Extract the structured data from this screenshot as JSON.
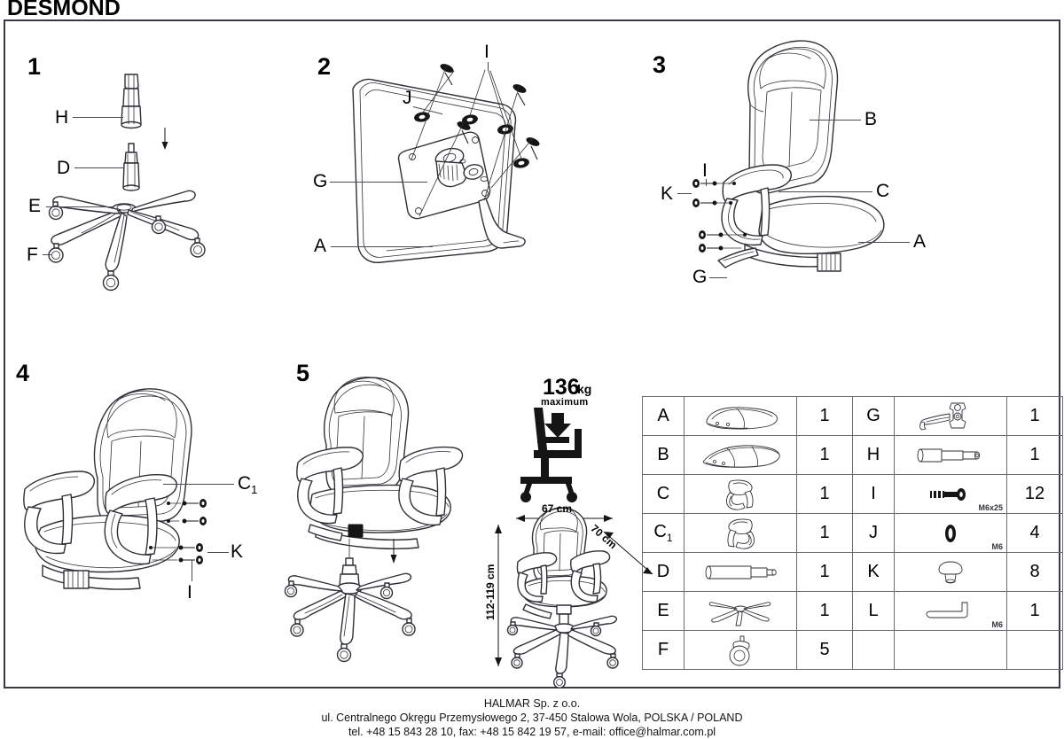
{
  "document": {
    "title": "DESMOND"
  },
  "steps": [
    {
      "number": "1",
      "labels": [
        "H",
        "D",
        "E",
        "F"
      ]
    },
    {
      "number": "2",
      "labels": [
        "I",
        "J",
        "G",
        "A"
      ]
    },
    {
      "number": "3",
      "labels": [
        "B",
        "I",
        "K",
        "C",
        "A",
        "G"
      ]
    },
    {
      "number": "4",
      "labels": [
        "C",
        "K",
        "I"
      ],
      "label_c_sub": "1"
    },
    {
      "number": "5",
      "labels": []
    }
  ],
  "step_labels": {
    "s1_h": "H",
    "s1_d": "D",
    "s1_e": "E",
    "s1_f": "F",
    "s2_i": "I",
    "s2_j": "J",
    "s2_g": "G",
    "s2_a": "A",
    "s3_b": "B",
    "s3_i": "I",
    "s3_k": "K",
    "s3_c": "C",
    "s3_a": "A",
    "s3_g": "G",
    "s4_c": "C",
    "s4_c_sub": "1",
    "s4_k": "K",
    "s4_i": "I"
  },
  "specs": {
    "weight_value": "136",
    "weight_unit": "kg",
    "weight_caption": "maximum",
    "width": "67 cm",
    "depth": "70 cm",
    "height": "112-119 cm"
  },
  "parts_table": {
    "rows": [
      {
        "left_letter": "A",
        "left_sub": "",
        "left_qty": "1",
        "left_icon": "seat-cushion-icon",
        "right_letter": "G",
        "right_sub": "",
        "right_qty": "1",
        "right_icon": "tilt-mechanism-icon",
        "right_note": ""
      },
      {
        "left_letter": "B",
        "left_sub": "",
        "left_qty": "1",
        "left_icon": "backrest-icon",
        "right_letter": "H",
        "right_sub": "",
        "right_qty": "1",
        "right_icon": "gas-lift-cover-icon",
        "right_note": ""
      },
      {
        "left_letter": "C",
        "left_sub": "",
        "left_qty": "1",
        "left_icon": "armrest-left-icon",
        "right_letter": "I",
        "right_sub": "",
        "right_qty": "12",
        "right_icon": "bolt-icon",
        "right_note": "M6x25"
      },
      {
        "left_letter": "C",
        "left_sub": "1",
        "left_qty": "1",
        "left_icon": "armrest-right-icon",
        "right_letter": "J",
        "right_sub": "",
        "right_qty": "4",
        "right_icon": "washer-icon",
        "right_note": "M6"
      },
      {
        "left_letter": "D",
        "left_sub": "",
        "left_qty": "1",
        "left_icon": "gas-cylinder-icon",
        "right_letter": "K",
        "right_sub": "",
        "right_qty": "8",
        "right_icon": "cap-cover-icon",
        "right_note": ""
      },
      {
        "left_letter": "E",
        "left_sub": "",
        "left_qty": "1",
        "left_icon": "star-base-icon",
        "right_letter": "L",
        "right_sub": "",
        "right_qty": "1",
        "right_icon": "allen-key-icon",
        "right_note": "M6"
      },
      {
        "left_letter": "F",
        "left_sub": "",
        "left_qty": "5",
        "left_icon": "caster-wheel-icon",
        "right_letter": "",
        "right_sub": "",
        "right_qty": "",
        "right_icon": "",
        "right_note": ""
      }
    ]
  },
  "footer": {
    "line1": "HALMAR Sp. z o.o.",
    "line2": "ul. Centralnego Okręgu Przemysłowego 2, 37-450 Stalowa Wola, POLSKA / POLAND",
    "line3": "tel. +48 15 843 28 10, fax: +48 15 842 19 57, e-mail: office@halmar.com.pl"
  }
}
